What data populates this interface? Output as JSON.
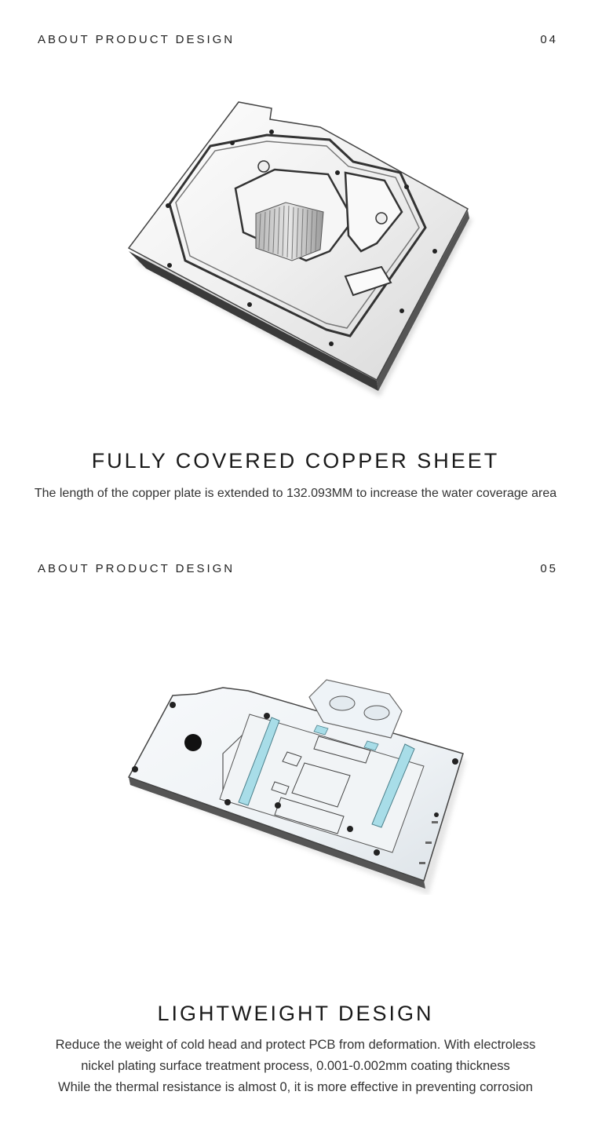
{
  "section1": {
    "label": "ABOUT PRODUCT DESIGN",
    "number": "04",
    "title": "FULLY COVERED COPPER SHEET",
    "description": "The length of the copper plate is extended to 132.093MM to increase the water coverage area"
  },
  "section2": {
    "label": "ABOUT PRODUCT DESIGN",
    "number": "05",
    "title": "LIGHTWEIGHT DESIGN",
    "description_lines": [
      "Reduce the weight of cold head and protect PCB from deformation. With electroless",
      "nickel plating surface treatment process, 0.001-0.002mm coating thickness",
      "While the thermal resistance is almost 0, it is more effective in preventing corrosion"
    ]
  },
  "colors": {
    "text": "#222222",
    "metal_light": "#f2f2f2",
    "metal_dark": "#2a2a2a",
    "thermal_pad": "#a8dde8"
  }
}
